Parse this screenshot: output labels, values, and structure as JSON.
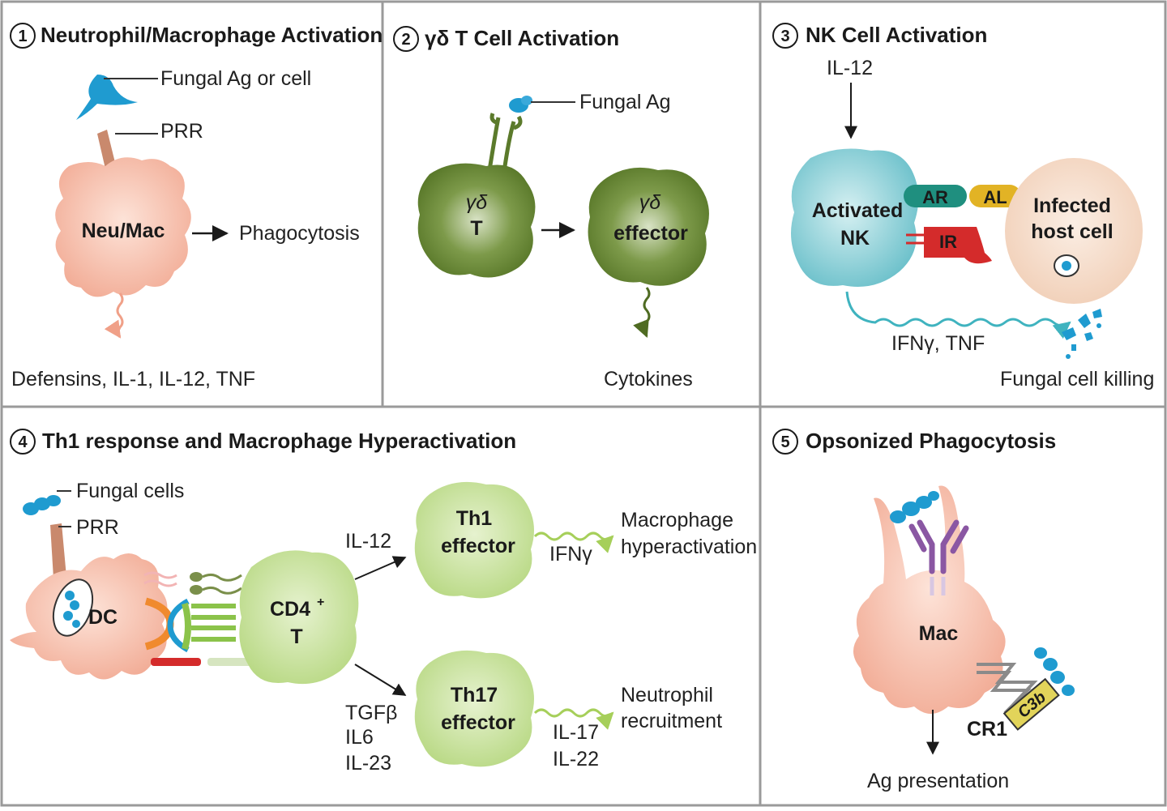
{
  "colors": {
    "neutrophil": "#f3b5a1",
    "gamma_delta": "#5b7a2b",
    "nk": "#7ec9d1",
    "host_cell": "#f6d9c4",
    "cd4": "#c2dd8f",
    "fungal": "#1f9bd0",
    "receptor_teal": "#1f8f7f",
    "ligand_gold": "#e2b325",
    "inhibitory_red": "#d42b2b",
    "antibody_purple": "#8a57a3",
    "panel_border": "#9a9a9a"
  },
  "panels": {
    "p1": {
      "number": "1",
      "title": "Neutrophil/Macrophage Activation",
      "fungal_label": "Fungal Ag or cell",
      "prr_label": "PRR",
      "cell_label": "Neu/Mac",
      "outcome": "Phagocytosis",
      "secreted": "Defensins, IL-1, IL-12, TNF"
    },
    "p2": {
      "number": "2",
      "title": "γδ T Cell Activation",
      "fungal_label": "Fungal Ag",
      "cell1_line1": "γδ",
      "cell1_line2": "T",
      "cell2_line1": "γδ",
      "cell2_line2": "effector",
      "secreted": "Cytokines"
    },
    "p3": {
      "number": "3",
      "title": "NK Cell Activation",
      "cytokine": "IL-12",
      "nk_line1": "Activated",
      "nk_line2": "NK",
      "ar": "AR",
      "al": "AL",
      "ir": "IR",
      "host_line1": "Infected",
      "host_line2": "host cell",
      "secreted": "IFNγ, TNF",
      "outcome": "Fungal cell killing"
    },
    "p4": {
      "number": "4",
      "title": "Th1 response and Macrophage Hyperactivation",
      "fungal_label": "Fungal cells",
      "prr_label": "PRR",
      "dc_label": "DC",
      "cd4_line1": "CD4",
      "cd4_sup": "+",
      "cd4_line2": "T",
      "th1_cytokine": "IL-12",
      "th1_line1": "Th1",
      "th1_line2": "effector",
      "th1_secreted": "IFNγ",
      "th1_outcome_line1": "Macrophage",
      "th1_outcome_line2": "hyperactivation",
      "th17_cytokine_1": "TGFβ",
      "th17_cytokine_2": "IL6",
      "th17_cytokine_3": "IL-23",
      "th17_line1": "Th17",
      "th17_line2": "effector",
      "th17_secreted_1": "IL-17",
      "th17_secreted_2": "IL-22",
      "th17_outcome_line1": "Neutrophil",
      "th17_outcome_line2": "recruitment"
    },
    "p5": {
      "number": "5",
      "title": "Opsonized Phagocytosis",
      "cell_label": "Mac",
      "receptor": "CR1",
      "complement": "C3b",
      "outcome": "Ag presentation"
    }
  }
}
